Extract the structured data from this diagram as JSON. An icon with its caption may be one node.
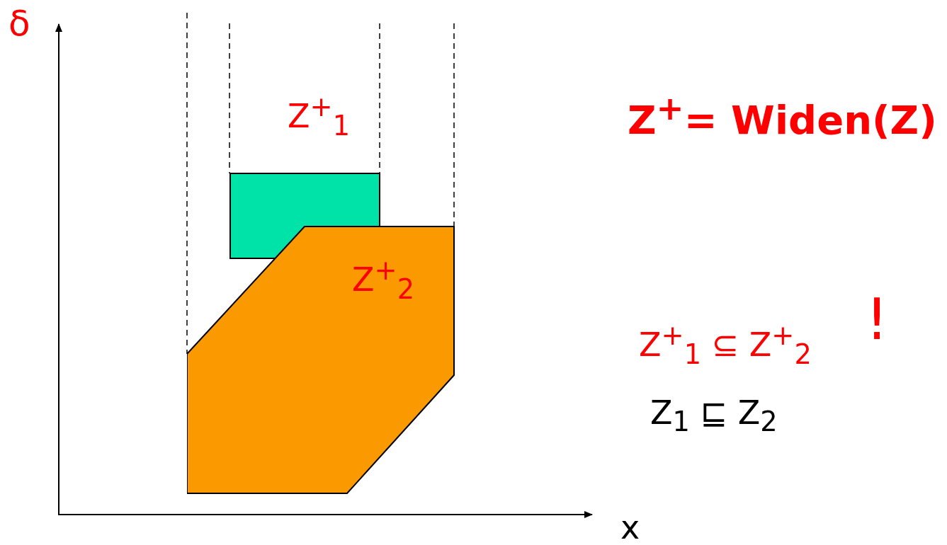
{
  "diagram": {
    "nodes": [
      {
        "text": [
          "Z$^{+}$$_{1}$"
        ]
      },
      {
        "text": [
          "Z$^{+}$$_{2}$"
        ]
      }
    ],
    "edges": [],
    "labels": [
      "δ",
      "x",
      "Z$^{+}$= Widen(Z)",
      "Z$^{+}$$_{1}$ ⊆ Z$^{+}$$_{2}$",
      "!",
      "Z$_{1}$ ⊑ Z$_{2}$"
    ]
  }
}
